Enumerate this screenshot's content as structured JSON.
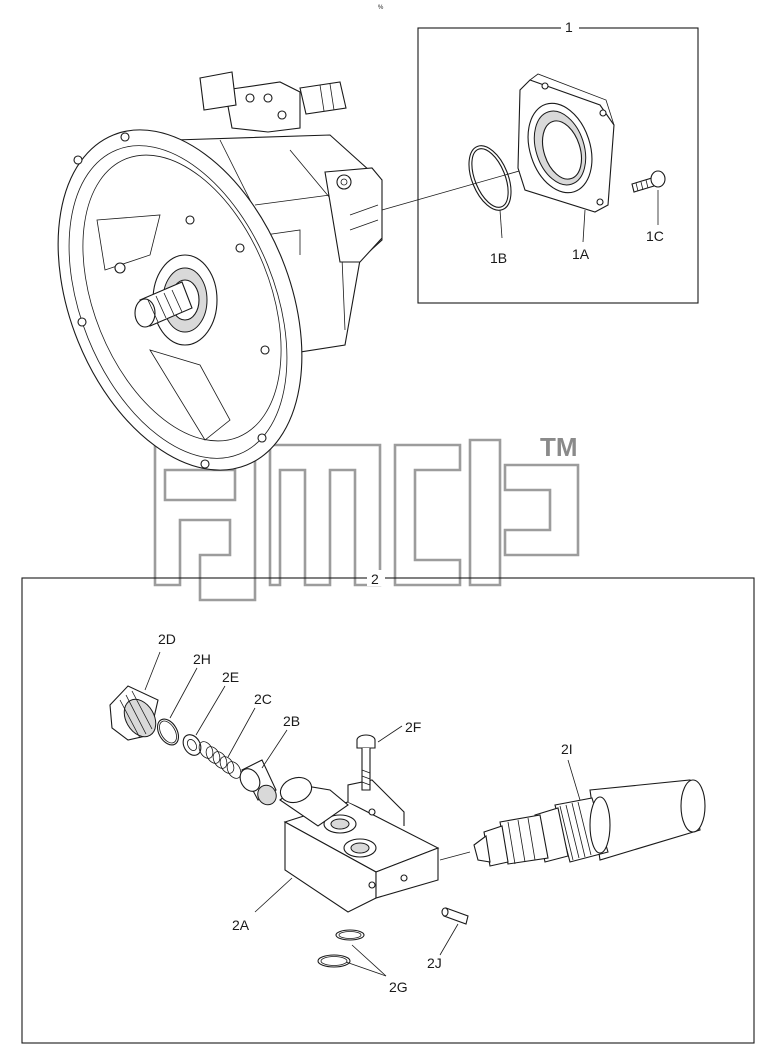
{
  "header": {
    "tiny_mark": "%"
  },
  "watermark": {
    "trademark": "TM"
  },
  "box1": {
    "number": "1"
  },
  "box2": {
    "number": "2"
  },
  "callouts": {
    "c1A": "1A",
    "c1B": "1B",
    "c1C": "1C",
    "c2A": "2A",
    "c2B": "2B",
    "c2C": "2C",
    "c2D": "2D",
    "c2E": "2E",
    "c2F": "2F",
    "c2G": "2G",
    "c2H": "2H",
    "c2I": "2I",
    "c2J": "2J"
  }
}
